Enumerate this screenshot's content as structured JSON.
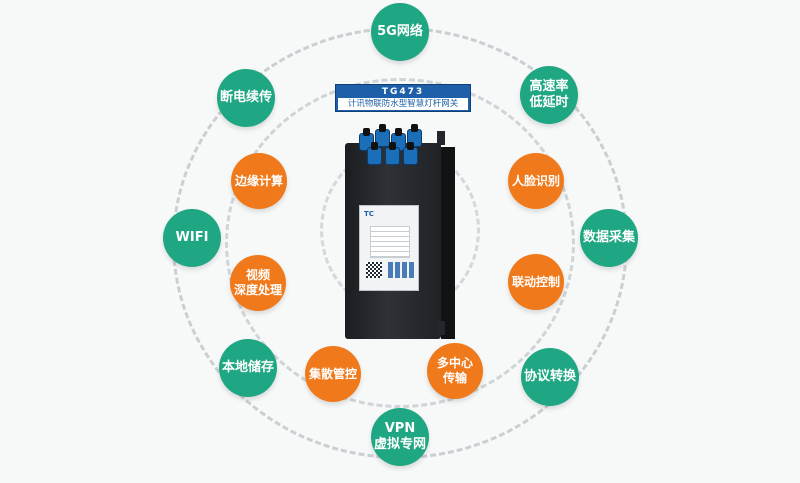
{
  "product": {
    "model": "TG473",
    "description": "计讯物联防水型智慧灯杆网关"
  },
  "colors": {
    "green": "#1fa682",
    "orange": "#f07a1b",
    "label_blue": "#1d5fa8",
    "ring": "#c9cfd3"
  },
  "outer_features": [
    {
      "id": "5g",
      "label": "5G网络"
    },
    {
      "id": "latency",
      "label": "高速率\n低延时"
    },
    {
      "id": "collect",
      "label": "数据采集"
    },
    {
      "id": "protocol",
      "label": "协议转换"
    },
    {
      "id": "vpn",
      "label": "VPN\n虚拟专网"
    },
    {
      "id": "storage",
      "label": "本地储存"
    },
    {
      "id": "wifi",
      "label": "WIFI"
    },
    {
      "id": "resume",
      "label": "断电续传"
    }
  ],
  "inner_features": [
    {
      "id": "face",
      "label": "人脸识别"
    },
    {
      "id": "linkage",
      "label": "联动控制"
    },
    {
      "id": "multicenter",
      "label": "多中心\n传输"
    },
    {
      "id": "centralized",
      "label": "集散管控"
    },
    {
      "id": "video",
      "label": "视频\n深度处理"
    },
    {
      "id": "edge",
      "label": "边缘计算"
    }
  ]
}
